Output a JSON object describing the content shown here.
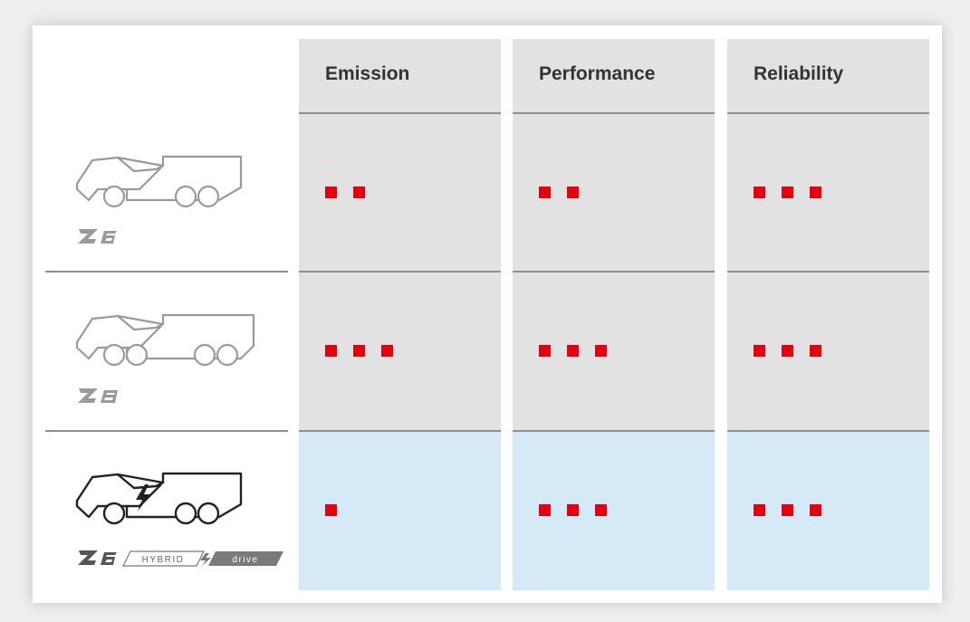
{
  "columns": [
    {
      "key": "emission",
      "label": "Emission"
    },
    {
      "key": "performance",
      "label": "Performance"
    },
    {
      "key": "reliability",
      "label": "Reliability"
    }
  ],
  "rows": [
    {
      "model": "Z6",
      "badge": {
        "logo": "Z6"
      },
      "truck_icon": "truck-6x6-outline-icon",
      "highlight": false,
      "ratings": {
        "emission": 2,
        "performance": 2,
        "reliability": 3
      }
    },
    {
      "model": "Z8",
      "badge": {
        "logo": "Z8"
      },
      "truck_icon": "truck-8x8-outline-icon",
      "highlight": false,
      "ratings": {
        "emission": 3,
        "performance": 3,
        "reliability": 3
      }
    },
    {
      "model": "Z6 HYBRID drive",
      "badge": {
        "logo": "Z6",
        "hybrid": "HYBRID",
        "drive": "drive"
      },
      "truck_icon": "truck-6x6-hybrid-icon",
      "highlight": true,
      "ratings": {
        "emission": 1,
        "performance": 3,
        "reliability": 3
      }
    }
  ],
  "colors": {
    "rating": "#e3000f",
    "header_bg": "#e2e2e2",
    "highlight_bg": "#d5e9f7",
    "separator": "#8f8f8f"
  }
}
